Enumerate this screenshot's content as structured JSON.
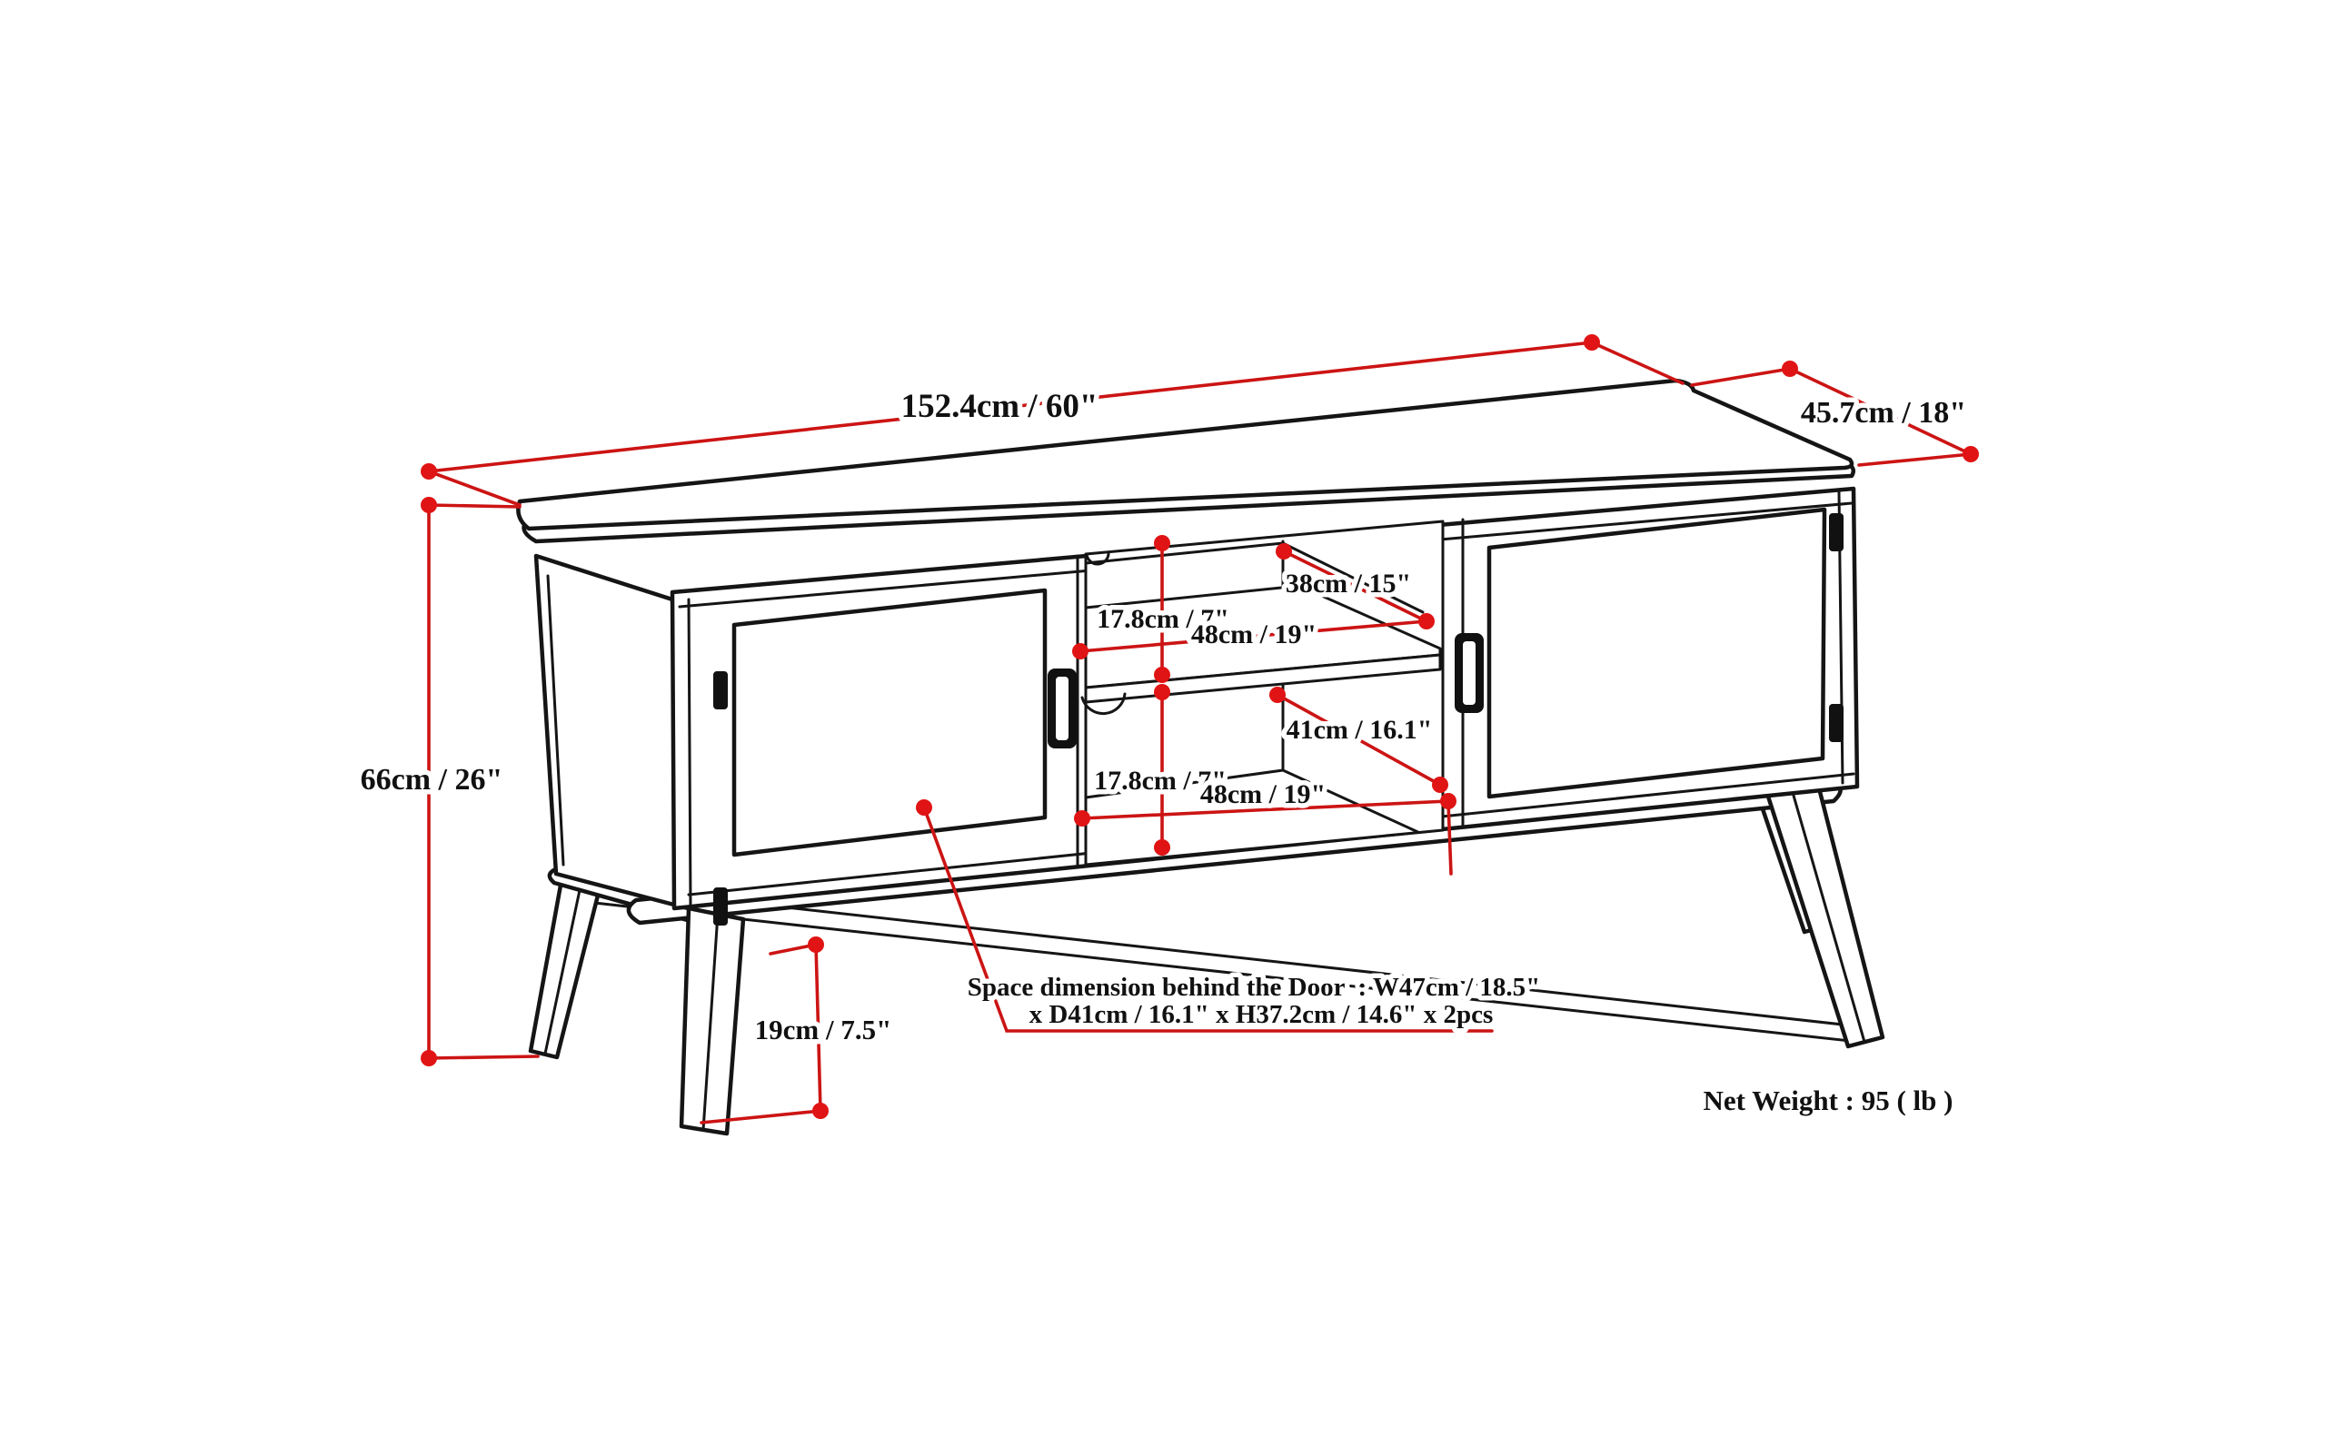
{
  "diagram": {
    "type": "furniture-dimension-diagram",
    "subject": "TV stand / media console line drawing with two doors, open middle shelf section and splayed legs",
    "colors": {
      "dimension_accent": "#cc1414",
      "line": "#151515",
      "background": "#ffffff"
    },
    "dimensions": {
      "width": {
        "label": "152.4cm / 60\""
      },
      "depth": {
        "label": "45.7cm / 18\""
      },
      "height": {
        "label": "66cm / 26\""
      },
      "leg_height": {
        "label": "19cm / 7.5\""
      },
      "upper_gap": {
        "label": "17.8cm / 7\""
      },
      "shelf_depth": {
        "label": "38cm / 15\""
      },
      "upper_width": {
        "label": "48cm / 19\""
      },
      "lower_depth": {
        "label": "41cm / 16.1\""
      },
      "lower_gap": {
        "label": "17.8cm / 7\""
      },
      "lower_width": {
        "label": "48cm / 19\""
      }
    },
    "notes": {
      "door_space_line1": "Space dimension behind the Door  : W47cm / 18.5\"",
      "door_space_line2": "x D41cm / 16.1\" x H37.2cm / 14.6\" x 2pcs",
      "net_weight": "Net Weight : 95 ( lb )"
    }
  }
}
